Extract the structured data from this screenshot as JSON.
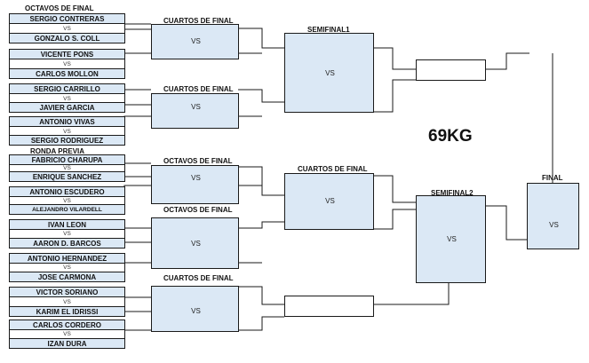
{
  "title": "69KG",
  "labels": {
    "octavos_top": "OCTAVOS DE FINAL",
    "ronda_previa": "RONDA PREVIA",
    "cuartos": "CUARTOS DE FINAL",
    "octavos": "OCTAVOS DE FINAL",
    "semifinal1": "SEMIFINAL1",
    "semifinal2": "SEMIFINAL2",
    "final": "FINAL"
  },
  "vs": "VS",
  "competitors": [
    "SERGIO CONTRERAS",
    "GONZALO S. COLL",
    "VICENTE PONS",
    "CARLOS MOLLON",
    "SERGIO CARRILLO",
    "JAVIER GARCIA",
    "ANTONIO VIVAS",
    "SERGIO RODRIGUEZ",
    "FABRICIO CHARUPA",
    "ENRIQUE SANCHEZ",
    "ANTONIO ESCUDERO",
    "ALEJANDRO VILARDELL",
    "IVAN LEON",
    "AARON D. BARCOS",
    "ANTONIO HERNANDEZ",
    "JOSE CARMONA",
    "VICTOR SORIANO",
    "KARIM EL IDRISSI",
    "CARLOS CORDERO",
    "IZAN DURA"
  ]
}
